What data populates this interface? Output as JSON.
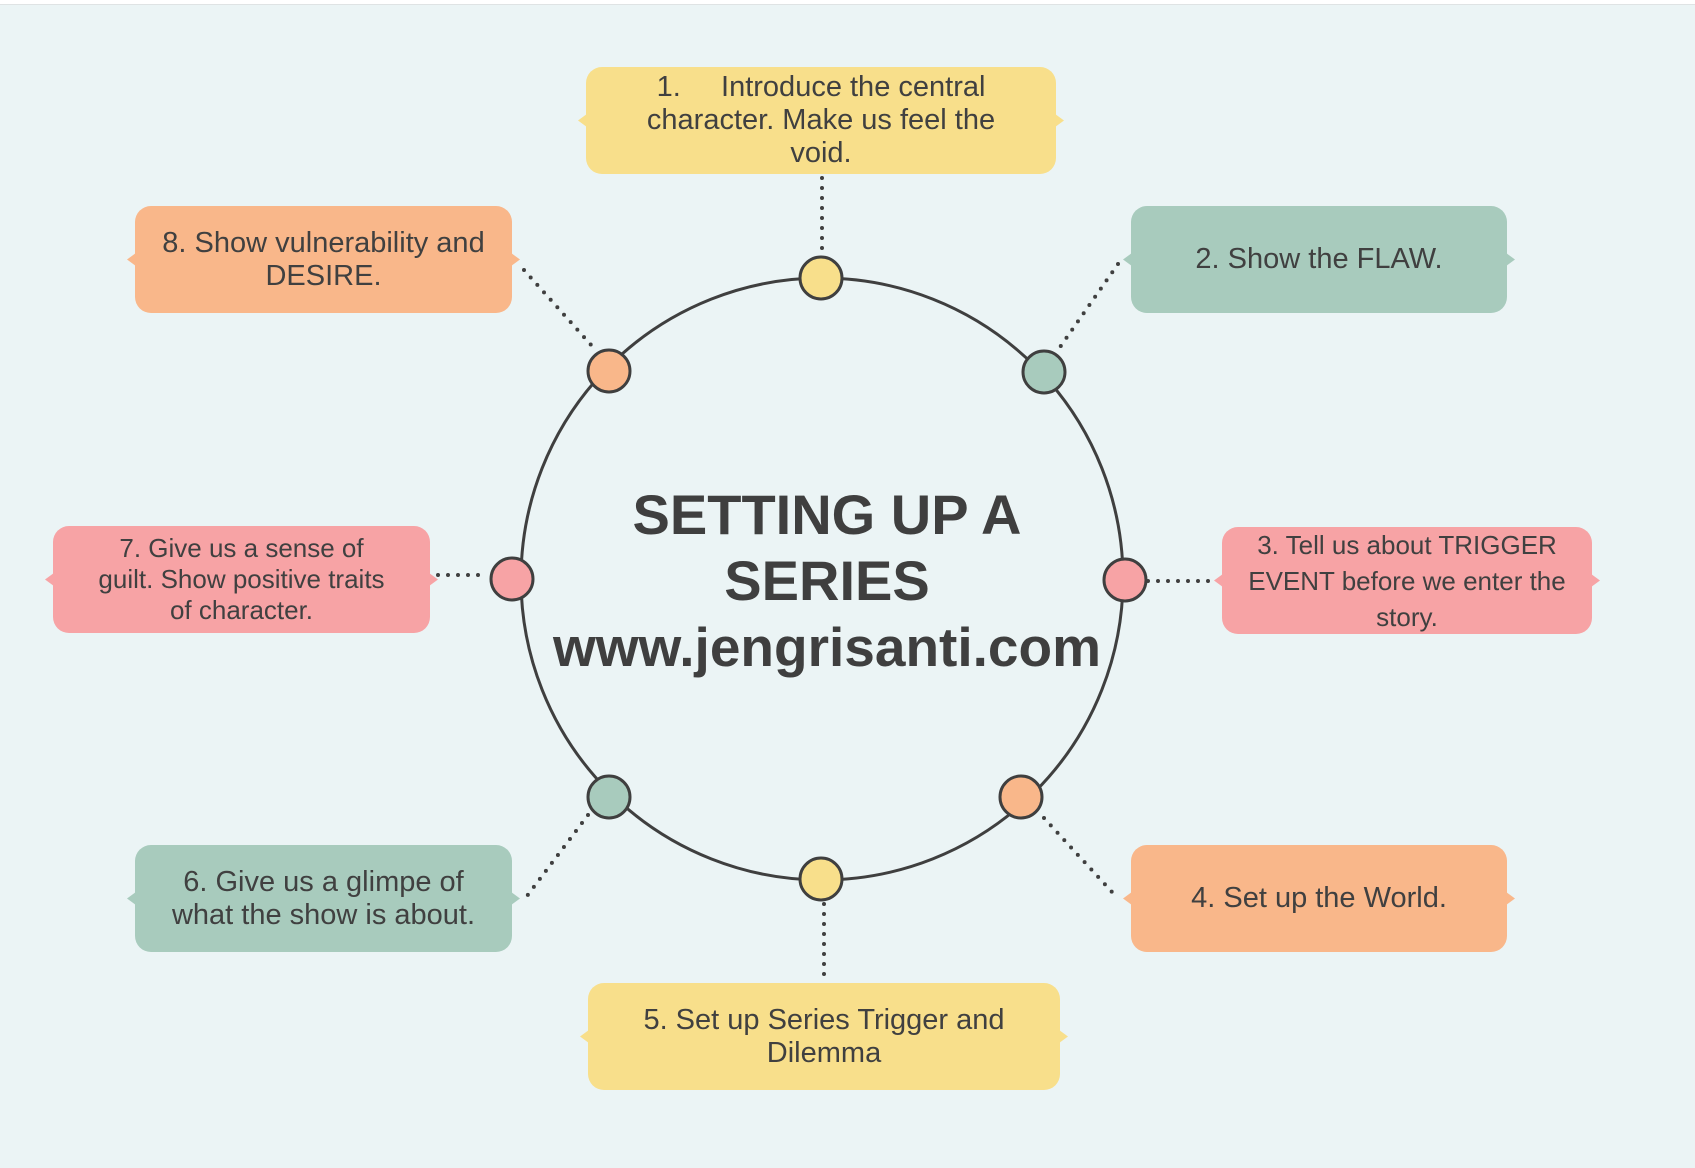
{
  "title": {
    "line1": "SETTING UP A",
    "line2": "SERIES",
    "line3": "www.jengrisanti.com"
  },
  "colors": {
    "background": "#ebf4f5",
    "yellow": "#f8df8b",
    "green": "#a8cbbd",
    "orange": "#f9b78a",
    "pink": "#f7a3a5",
    "outline": "#3f3f3f"
  },
  "steps": [
    {
      "number": 1,
      "text": "1.     Introduce the central character. Make us feel the void.",
      "color": "yellow"
    },
    {
      "number": 2,
      "text": "2. Show the FLAW.",
      "color": "green"
    },
    {
      "number": 3,
      "text": "3. Tell us about TRIGGER EVENT before we enter the story.",
      "color": "pink"
    },
    {
      "number": 4,
      "text": "4. Set up the World.",
      "color": "orange"
    },
    {
      "number": 5,
      "text": "5. Set up Series Trigger and Dilemma",
      "color": "yellow"
    },
    {
      "number": 6,
      "text": "6. Give us a glimpe of what the show is about.",
      "color": "green"
    },
    {
      "number": 7,
      "text": "7. Give us a sense of guilt. Show positive traits of character.",
      "color": "pink"
    },
    {
      "number": 8,
      "text": "8. Show vulnerability and DESIRE.",
      "color": "orange"
    }
  ]
}
